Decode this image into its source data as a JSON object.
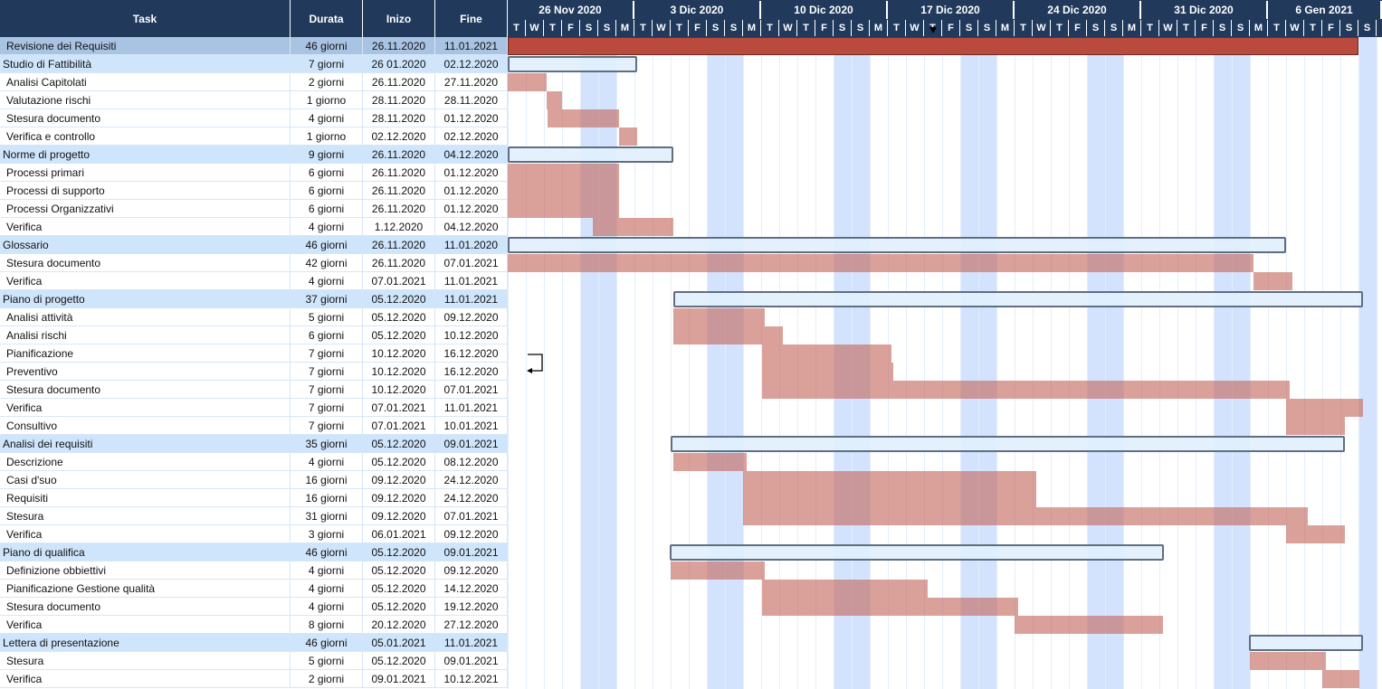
{
  "header": {
    "task": "Task",
    "duration": "Durata",
    "start": "Inizo",
    "end": "Fine"
  },
  "weeks": [
    "26 Nov 2020",
    "3 Dic 2020",
    "10 Dic 2020",
    "17 Dic 2020",
    "24 Dic 2020",
    "31 Dic 2020",
    "6 Gen 2021"
  ],
  "day_letters": [
    "T",
    "W",
    "T",
    "F",
    "S",
    "S",
    "M",
    "T",
    "W",
    "T",
    "F",
    "S",
    "S",
    "M",
    "T",
    "W",
    "T",
    "F",
    "S",
    "S",
    "M",
    "T",
    "W",
    "T",
    "F",
    "S",
    "S",
    "M",
    "T",
    "W",
    "T",
    "F",
    "S",
    "S",
    "M",
    "T",
    "W",
    "T",
    "F",
    "S",
    "S",
    "M",
    "T",
    "W",
    "T",
    "F",
    "S",
    "S"
  ],
  "colors": {
    "header": "#213a5c",
    "group_row": "#cfe5fb",
    "bar": "#c16259",
    "weekend": "#d4e3fd"
  },
  "rows": [
    {
      "task": "Revisione dei Requisiti",
      "dur": "46 giorni",
      "start": "26.11.2020",
      "end": "11.01.2021",
      "type": "root",
      "bar": [
        0,
        47
      ]
    },
    {
      "task": "Studio di Fattibilità",
      "dur": "7 giorni",
      "start": "26 01.2020",
      "end": "02.12.2020",
      "type": "group",
      "bar": [
        0,
        7.15
      ]
    },
    {
      "task": "Analisi Capitolati",
      "dur": "2 giorni",
      "start": "26.11.2020",
      "end": "27.11.2020",
      "type": "task",
      "bar": [
        0,
        2.15
      ]
    },
    {
      "task": "Valutazione rischi",
      "dur": "1 giorno",
      "start": "28.11.2020",
      "end": "28.11.2020",
      "type": "task",
      "bar": [
        2.15,
        3
      ]
    },
    {
      "task": "Stesura documento",
      "dur": "4 giorni",
      "start": "28.11.2020",
      "end": "01.12.2020",
      "type": "task",
      "bar": [
        2.2,
        6.15
      ]
    },
    {
      "task": "Verifica e controllo",
      "dur": "1 giorno",
      "start": "02.12.2020",
      "end": "02.12.2020",
      "type": "task",
      "bar": [
        6.15,
        7.15
      ]
    },
    {
      "task": "Norme di progetto",
      "dur": "9 giorni",
      "start": "26.11.2020",
      "end": "04.12.2020",
      "type": "group",
      "bar": [
        0,
        9.15
      ]
    },
    {
      "task": "Processi primari",
      "dur": "6 giorni",
      "start": "26.11.2020",
      "end": "01.12.2020",
      "type": "task",
      "bar": [
        0,
        6.15
      ]
    },
    {
      "task": "Processi di supporto",
      "dur": "6 giorni",
      "start": "26.11.2020",
      "end": "01.12.2020",
      "type": "task",
      "bar": [
        0,
        6.15
      ]
    },
    {
      "task": "Processi Organizzativi",
      "dur": "6 giorni",
      "start": "26.11.2020",
      "end": "01.12.2020",
      "type": "task",
      "bar": [
        0,
        6.15
      ]
    },
    {
      "task": "Verifica",
      "dur": "4 giorni",
      "start": "1.12.2020",
      "end": "04.12.2020",
      "type": "task",
      "bar": [
        4.7,
        9.15
      ]
    },
    {
      "task": "Glossario",
      "dur": "46 giorni",
      "start": "26.11.2020",
      "end": "11.01.2020",
      "type": "group",
      "bar": [
        0,
        43
      ]
    },
    {
      "task": "Stesura documento",
      "dur": "42 giorni",
      "start": "26.11.2020",
      "end": "07.01.2021",
      "type": "task",
      "bar": [
        0,
        41.2
      ]
    },
    {
      "task": "Verifica",
      "dur": "4 giorni",
      "start": "07.01.2021",
      "end": "11.01.2021",
      "type": "task",
      "bar": [
        41.2,
        43.35
      ]
    },
    {
      "task": "Piano di progetto",
      "dur": "37 giorni",
      "start": "05.12.2020",
      "end": "11.01.2021",
      "type": "group",
      "bar": [
        9.15,
        47.25
      ]
    },
    {
      "task": "Analisi attività",
      "dur": "5 giorni",
      "start": "05.12.2020",
      "end": "09.12.2020",
      "type": "task",
      "bar": [
        9.15,
        14.2
      ]
    },
    {
      "task": "Analisi rischi",
      "dur": "6 giorni",
      "start": "05.12.2020",
      "end": "10.12.2020",
      "type": "task",
      "bar": [
        9.15,
        15.2
      ]
    },
    {
      "task": "Pianificazione",
      "dur": "7 giorni",
      "start": "10.12.2020",
      "end": "16.12.2020",
      "type": "task",
      "bar": [
        14.05,
        21.2
      ]
    },
    {
      "task": "Preventivo",
      "dur": "7 giorni",
      "start": "10.12.2020",
      "end": "16.12.2020",
      "type": "task",
      "bar": [
        14.05,
        21.3
      ]
    },
    {
      "task": "Stesura documento",
      "dur": "7 giorni",
      "start": "10.12.2020",
      "end": "07.01.2021",
      "type": "task",
      "bar": [
        14.05,
        43.2
      ]
    },
    {
      "task": "Verifica",
      "dur": "7 giorni",
      "start": "07.01.2021",
      "end": "11.01.2021",
      "type": "task",
      "bar": [
        43,
        47.25
      ]
    },
    {
      "task": "Consultivo",
      "dur": "7 giorni",
      "start": "07.01.2021",
      "end": "10.01.2021",
      "type": "task",
      "bar": [
        43,
        46.25
      ]
    },
    {
      "task": "Analisi dei requisiti",
      "dur": "35 giorni",
      "start": "05.12.2020",
      "end": "09.01.2021",
      "type": "group",
      "bar": [
        9,
        46.25
      ]
    },
    {
      "task": "Descrizione",
      "dur": "4 giorni",
      "start": "05.12.2020",
      "end": "08.12.2020",
      "type": "task",
      "bar": [
        9.15,
        13.2
      ]
    },
    {
      "task": "Casi d'suo",
      "dur": "16 giorni",
      "start": "09.12.2020",
      "end": "24.12.2020",
      "type": "task",
      "bar": [
        13,
        29.2
      ]
    },
    {
      "task": "Requisiti",
      "dur": "16 giorni",
      "start": "09.12.2020",
      "end": "24.12.2020",
      "type": "task",
      "bar": [
        13,
        29.2
      ]
    },
    {
      "task": "Stesura",
      "dur": "31 giorni",
      "start": "09.12.2020",
      "end": "07.01.2021",
      "type": "task",
      "bar": [
        13,
        44.2
      ]
    },
    {
      "task": "Verifica",
      "dur": "3 giorni",
      "start": "06.01.2021",
      "end": "09.12.2020",
      "type": "task",
      "bar": [
        43,
        46.25
      ]
    },
    {
      "task": "Piano di qualifica",
      "dur": "46 giorni",
      "start": "05.12.2020",
      "end": "09.01.2021",
      "type": "group",
      "bar": [
        8.95,
        36.25
      ]
    },
    {
      "task": "Definizione obbiettivi",
      "dur": "4 giorni",
      "start": "05.12.2020",
      "end": "09.12.2020",
      "type": "task",
      "bar": [
        9,
        14.2
      ]
    },
    {
      "task": "Pianificazione Gestione qualità",
      "dur": "4 giorni",
      "start": "05.12.2020",
      "end": "14.12.2020",
      "type": "task",
      "bar": [
        14.05,
        23.2
      ]
    },
    {
      "task": "Stesura documento",
      "dur": "4 giorni",
      "start": "05.12.2020",
      "end": "19.12.2020",
      "type": "task",
      "bar": [
        14.05,
        28.2
      ]
    },
    {
      "task": "Verifica",
      "dur": "8 giorni",
      "start": "20.12.2020",
      "end": "27.12.2020",
      "type": "task",
      "bar": [
        28,
        36.2
      ]
    },
    {
      "task": "Lettera di presentazione",
      "dur": "46 giorni",
      "start": "05.01.2021",
      "end": "11.01.2021",
      "type": "group",
      "bar": [
        40.95,
        47.25
      ]
    },
    {
      "task": "Stesura",
      "dur": "5 giorni",
      "start": "05.12.2020",
      "end": "09.01.2021",
      "type": "task",
      "bar": [
        41,
        45.2
      ]
    },
    {
      "task": "Verifica",
      "dur": "2 giorni",
      "start": "09.01.2021",
      "end": "10.12.2021",
      "type": "task",
      "bar": [
        45,
        47.05
      ]
    }
  ]
}
